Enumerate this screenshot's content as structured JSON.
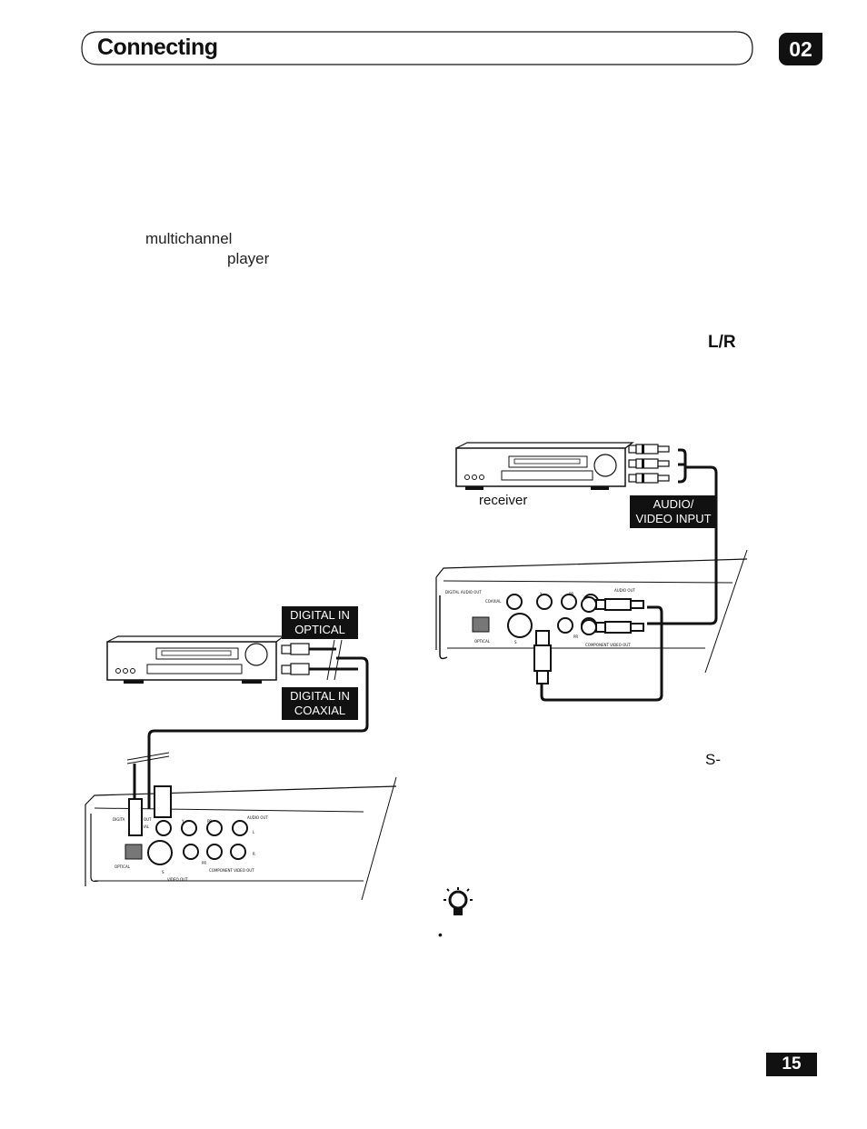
{
  "header": {
    "title": "Connecting",
    "chapter": "02"
  },
  "text_fragments": {
    "multichannel": "multichannel",
    "player": "player",
    "lr": "L/R",
    "receiver": "receiver",
    "s": "S-",
    "bullet": "•"
  },
  "left_diagram": {
    "labels": {
      "optical": "DIGITAL IN\nOPTICAL",
      "coaxial": "DIGITAL IN\nCOAXIAL"
    },
    "panel_labels": {
      "digital": "DIGITA",
      "out": "OUT",
      "ial": "IAL",
      "optical": "OPTICAL",
      "y": "Y",
      "pb": "PB",
      "pr": "PR",
      "s": "S",
      "video_out": "VIDEO OUT",
      "audio_out": "AUDIO OUT",
      "l": "L",
      "r": "R",
      "component_video_out": "COMPONENT VIDEO OUT"
    }
  },
  "right_diagram": {
    "labels": {
      "av_input": "AUDIO/\nVIDEO INPUT"
    },
    "panel_labels": {
      "digital_audio_out": "DIGITAL AUDIO OUT",
      "coaxial": "COAXIAL",
      "optical": "OPTICAL",
      "y": "Y",
      "pb": "PB",
      "pr": "PR",
      "s": "S",
      "v": "V",
      "audio_out": "AUDIO OUT",
      "component_video_out": "COMPONENT VIDEO OUT"
    }
  },
  "footer": {
    "page_number": "15"
  },
  "icons": {
    "tip": "lightbulb-icon"
  }
}
